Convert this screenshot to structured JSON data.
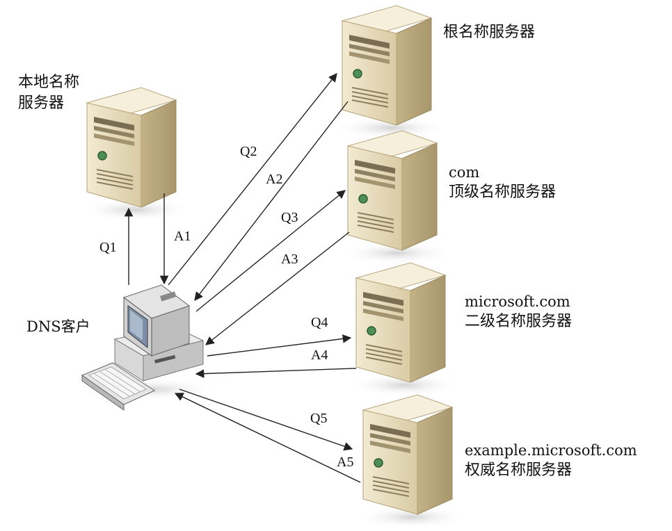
{
  "servers": {
    "local": {
      "line1": "本地名称",
      "line2": "服务器"
    },
    "root": {
      "name": "根名称服务器"
    },
    "com": {
      "domain": "com",
      "name": "顶级名称服务器"
    },
    "microsoft": {
      "domain": "microsoft.com",
      "name": "二级名称服务器"
    },
    "example": {
      "domain": "example.microsoft.com",
      "name": "权威名称服务器"
    }
  },
  "client": {
    "label": "DNS客户"
  },
  "arrows": {
    "q1": "Q1",
    "a1": "A1",
    "q2": "Q2",
    "a2": "A2",
    "q3": "Q3",
    "a3": "A3",
    "q4": "Q4",
    "a4": "A4",
    "q5": "Q5",
    "a5": "A5"
  },
  "colors": {
    "server_front": "#e6dcc0",
    "server_side": "#c9b88e",
    "server_top": "#f3ecd8",
    "arrow": "#222222"
  },
  "icons": [
    "server-icon",
    "computer-icon",
    "keyboard-icon"
  ]
}
